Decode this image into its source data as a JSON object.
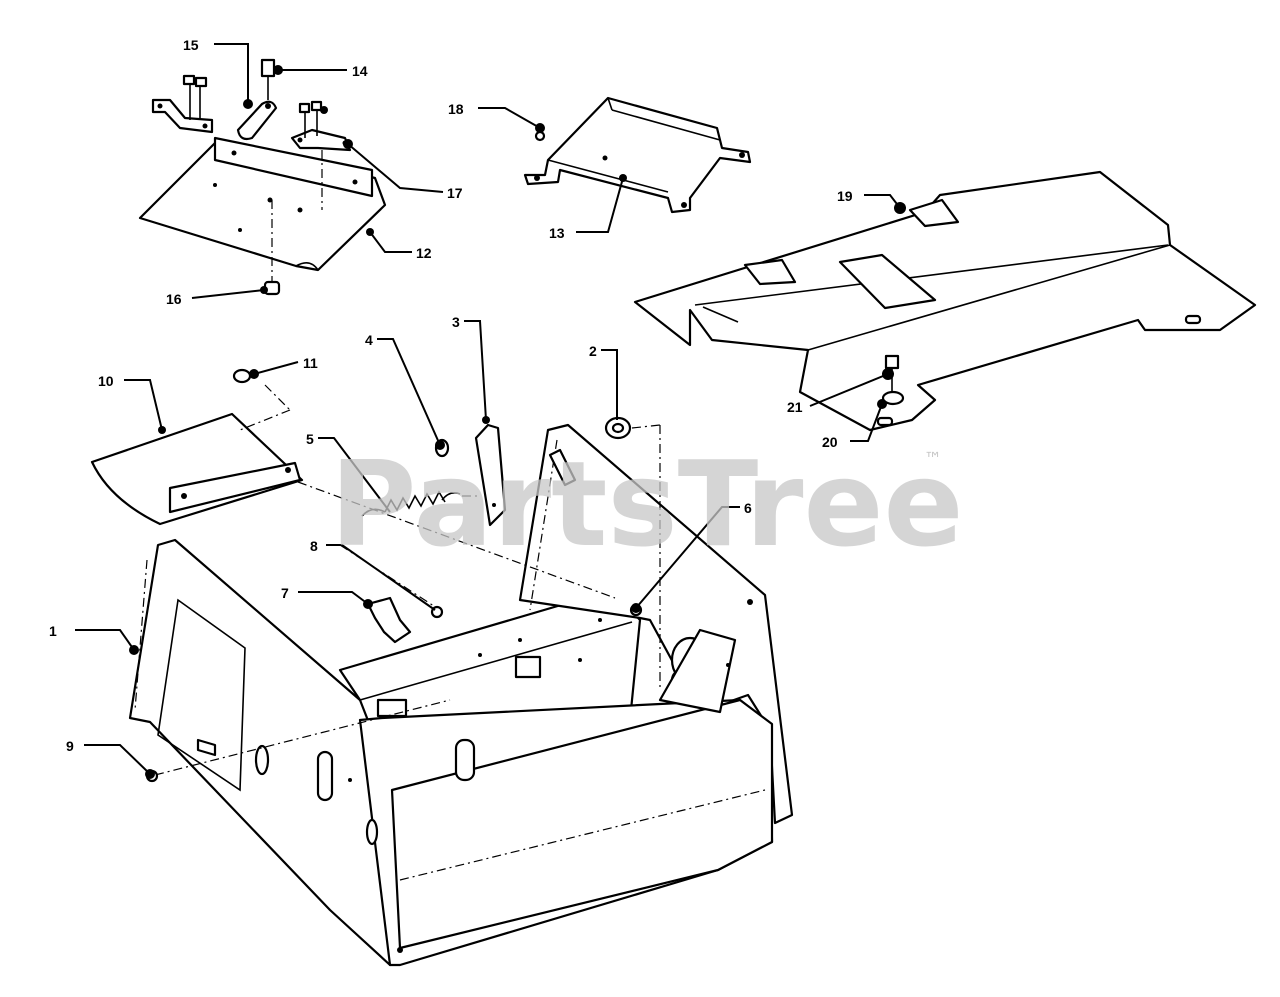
{
  "watermark": {
    "text": "PartsTree",
    "trademark": "™"
  },
  "callouts": [
    {
      "id": "c1",
      "label": "1"
    },
    {
      "id": "c2",
      "label": "2"
    },
    {
      "id": "c3",
      "label": "3"
    },
    {
      "id": "c4",
      "label": "4"
    },
    {
      "id": "c5",
      "label": "5"
    },
    {
      "id": "c6",
      "label": "6"
    },
    {
      "id": "c7",
      "label": "7"
    },
    {
      "id": "c8",
      "label": "8"
    },
    {
      "id": "c9",
      "label": "9"
    },
    {
      "id": "c10",
      "label": "10"
    },
    {
      "id": "c11",
      "label": "11"
    },
    {
      "id": "c12",
      "label": "12"
    },
    {
      "id": "c13",
      "label": "13"
    },
    {
      "id": "c14",
      "label": "14"
    },
    {
      "id": "c15",
      "label": "15"
    },
    {
      "id": "c16",
      "label": "16"
    },
    {
      "id": "c17",
      "label": "17"
    },
    {
      "id": "c18",
      "label": "18"
    },
    {
      "id": "c19",
      "label": "19"
    },
    {
      "id": "c20",
      "label": "20"
    },
    {
      "id": "c21",
      "label": "21"
    }
  ]
}
